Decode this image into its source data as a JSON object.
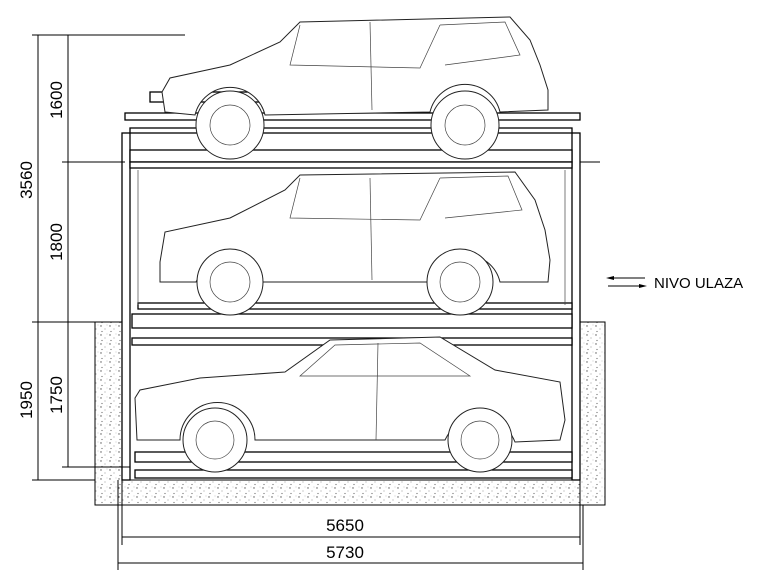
{
  "dimensions": {
    "top_clearance": "1600",
    "total_height": "3560",
    "middle_clearance": "1800",
    "pit_depth": "1950",
    "lower_clearance": "1750",
    "inner_width": "5650",
    "outer_width": "5730"
  },
  "entry_level_label": "NIVO ULAZA",
  "colors": {
    "line": "#000000",
    "concrete_dots": "#555555"
  }
}
